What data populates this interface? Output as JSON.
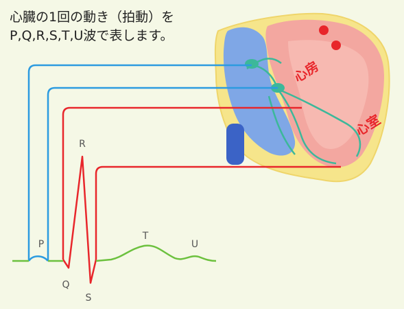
{
  "caption": {
    "line1": "心臓の1回の動き（拍動）を",
    "line2": "P,Q,R,S,T,U波で表します。"
  },
  "heart_labels": {
    "atrium": "心房",
    "ventricle": "心室"
  },
  "ecg_wave_labels": {
    "p": "P",
    "q": "Q",
    "r": "R",
    "s": "S",
    "t": "T",
    "u": "U"
  },
  "colors": {
    "background": "#f5f8e6",
    "atrium_line": "#2c9be0",
    "ventricle_line": "#e8262b",
    "ecg_baseline": "#6cc13e",
    "heart_label": "#e8262b",
    "heart_muscle": "#f3a7a0",
    "heart_blue": "#7fa7e6",
    "pericardium": "#f6e58b",
    "conduction": "#3cb89a"
  }
}
